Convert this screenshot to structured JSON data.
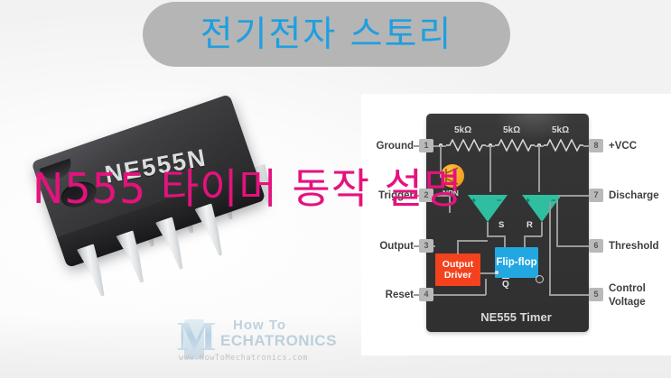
{
  "banner": {
    "text": "전기전자 스토리",
    "bg_color": "#b5b5b5",
    "text_color": "#1f9fe0"
  },
  "headline": {
    "text": "N555 타이머 동작 설명",
    "color": "#e5127d"
  },
  "ic_photo": {
    "part_marking": "NE555N",
    "package": "DIP-8",
    "body_color": "#343436",
    "pin_color": "#dfe2e4"
  },
  "diagram": {
    "chip_title": "NE555 Timer",
    "panel_color": "#343434",
    "resistors": [
      {
        "label": "5kΩ"
      },
      {
        "label": "5kΩ"
      },
      {
        "label": "5kΩ"
      }
    ],
    "transistor": {
      "label": "NPN",
      "color": "#f5a623"
    },
    "comparators": [
      {
        "plus": "+",
        "minus": "−"
      },
      {
        "plus": "+",
        "minus": "−"
      }
    ],
    "flip_flop": {
      "label": "Flip-flop",
      "color": "#22a7e0",
      "set": "S",
      "reset": "R",
      "output": "Q"
    },
    "output_driver": {
      "line1": "Output",
      "line2": "Driver",
      "color": "#f4421e"
    },
    "pins_left": [
      {
        "number": "1",
        "label": "Ground"
      },
      {
        "number": "2",
        "label": "Trigger"
      },
      {
        "number": "3",
        "label": "Output"
      },
      {
        "number": "4",
        "label": "Reset"
      }
    ],
    "pins_right": [
      {
        "number": "8",
        "label": "+VCC"
      },
      {
        "number": "7",
        "label": "Discharge"
      },
      {
        "number": "6",
        "label": "Threshold"
      },
      {
        "number": "5",
        "label": "Control\nVoltage"
      }
    ],
    "pin5_line1": "Control",
    "pin5_line2": "Voltage"
  },
  "watermark": {
    "letter": "M",
    "line1": "How To",
    "line2": "ECHATRONICS",
    "url": "www.HowToMechatronics.com"
  }
}
